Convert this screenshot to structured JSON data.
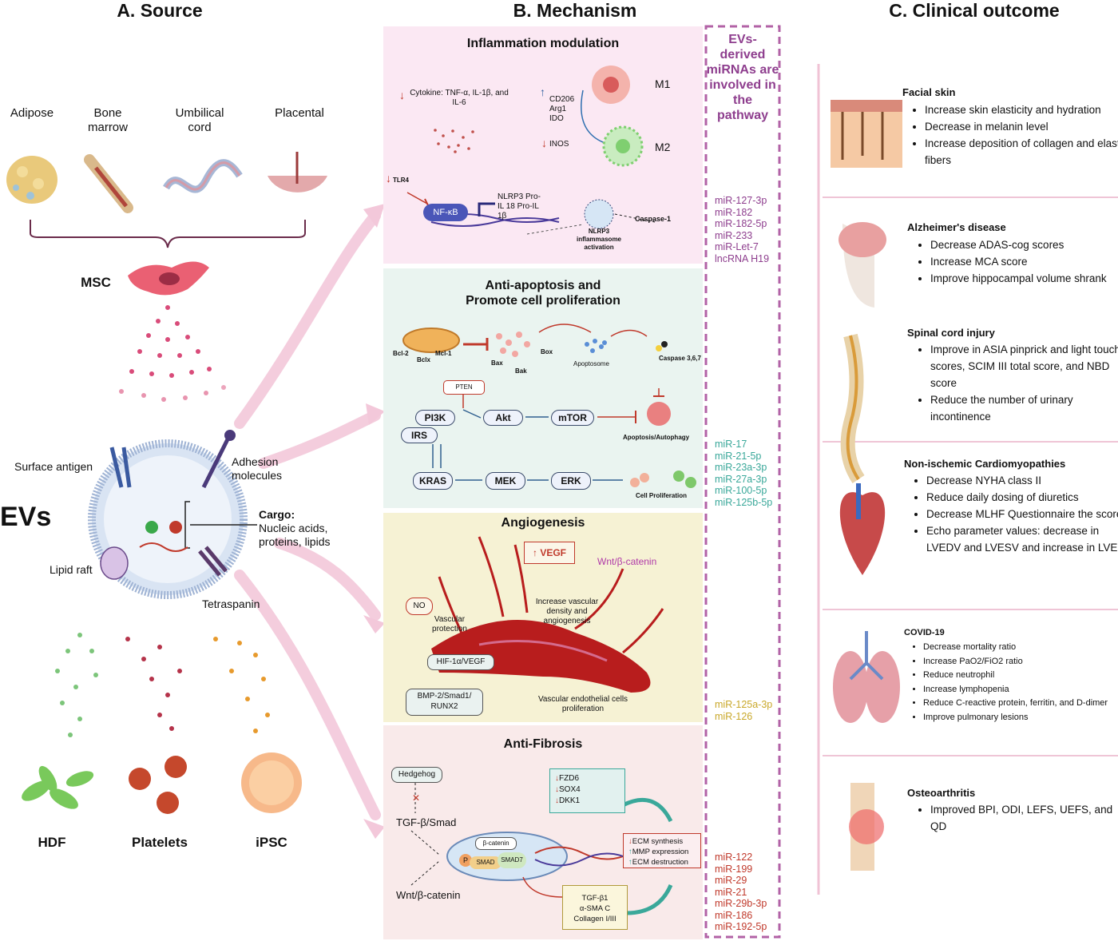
{
  "headers": {
    "source": "A. Source",
    "mechanism": "B. Mechanism",
    "clinical": "C. Clinical outcome"
  },
  "sources": [
    "Adipose",
    "Bone marrow",
    "Umbilical cord",
    "Placental"
  ],
  "msc_label": "MSC",
  "evs_label": "EVs",
  "ev_parts": {
    "surface_antigen": "Surface antigen",
    "adhesion": "Adhesion molecules",
    "cargo_title": "Cargo:",
    "cargo_text": "Nucleic acids, proteins, lipids",
    "lipid_raft": "Lipid raft",
    "tetraspanin": "Tetraspanin"
  },
  "other_sources": [
    "HDF",
    "Platelets",
    "iPSC"
  ],
  "mirna_header": "EVs-derived miRNAs are involved in the pathway",
  "panels": {
    "inflammation": {
      "title": "Inflammation modulation",
      "cytokine": "Cytokine: TNF-α, IL-1β, and IL-6",
      "markers_up": "CD206 Arg1 IDO",
      "inos": "INOS",
      "m1": "M1",
      "m2": "M2",
      "tlr4": "TLR4",
      "nfkb": "NF-κB",
      "nlrp3_list": "NLRP3 Pro-IL 18 Pro-IL 1β",
      "activation": "NLRP3 inflammasome activation",
      "caspase1": "Caspase-1"
    },
    "apoptosis": {
      "title_1": "Anti-apoptosis and",
      "title_2": "Promote cell proliferation",
      "bcl2": "Bcl-2",
      "bclx": "Bclx",
      "mcl1": "Mcl-1",
      "bax": "Bax",
      "bak": "Bak",
      "box": "Box",
      "apoptosome": "Apoptosome",
      "caspase": "Caspase 3,6,7",
      "pten": "PTEN",
      "pi3k": "PI3K",
      "akt": "Akt",
      "mtor": "mTOR",
      "irs": "IRS",
      "kras": "KRAS",
      "mek": "MEK",
      "erk": "ERK",
      "autophagy": "Apoptosis/Autophagy",
      "proliferation": "Cell Proliferation"
    },
    "angiogenesis": {
      "title": "Angiogenesis",
      "vegf": "↑ VEGF",
      "wnt": "Wnt/β-catenin",
      "increase": "Increase vascular density and angiogenesis",
      "no": "NO",
      "protection": "Vascular protection",
      "hif": "HIF-1α/VEGF",
      "bmp": "BMP-2/Smad1/ RUNX2",
      "endothelial": "Vascular endothelial cells proliferation"
    },
    "fibrosis": {
      "title": "Anti-Fibrosis",
      "hedgehog": "Hedgehog",
      "tgf_smad": "TGF-β/Smad",
      "wnt": "Wnt/β-catenin",
      "fzd6": "FZD6",
      "sox4": "SOX4",
      "dkk1": "DKK1",
      "beta_catenin": "β-catenin",
      "p": "P",
      "smad": "SMAD",
      "smad7": "SMAD7",
      "ecm_synthesis": "ECM synthesis",
      "mmp": "MMP expression",
      "ecm_destruction": "ECM destruction",
      "tgfb1": "TGF-β1",
      "asma": "α-SMA C",
      "collagen": "Collagen I/III"
    }
  },
  "mirnas": {
    "inflammation": [
      "miR-127-3p",
      "miR-182",
      "miR-182-5p",
      "miR-233",
      "miR-Let-7",
      "lncRNA H19"
    ],
    "apoptosis": [
      "miR-17",
      "miR-21-5p",
      "miR-23a-3p",
      "miR-27a-3p",
      "miR-100-5p",
      "miR-125b-5p"
    ],
    "angiogenesis": [
      "miR-125a-3p",
      "miR-126"
    ],
    "fibrosis": [
      "miR-122",
      "miR-199",
      "miR-29",
      "miR-21",
      "miR-29b-3p",
      "miR-186",
      "miR-192-5p"
    ]
  },
  "outcomes": {
    "facial": {
      "title": "Facial skin",
      "items": [
        "Increase skin elasticity and hydration",
        "Decrease in melanin level",
        "Increase deposition of collagen and elastic fibers"
      ]
    },
    "alzheimer": {
      "title": "Alzheimer's disease",
      "items": [
        "Decrease ADAS-cog scores",
        "Increase MCA score",
        "Improve hippocampal volume shrank"
      ]
    },
    "spinal": {
      "title": "Spinal cord injury",
      "items": [
        "Improve in ASIA pinprick and light touch scores, SCIM III total score, and NBD score",
        "Reduce the number of urinary incontinence"
      ]
    },
    "cardio": {
      "title": "Non-ischemic Cardiomyopathies",
      "items": [
        "Decrease NYHA class II",
        "Reduce daily dosing of diuretics",
        "Decrease MLHF Questionnaire the score",
        "Echo parameter values: decrease in LVEDV and LVESV and increase in LVEF"
      ]
    },
    "covid": {
      "title": "COVID-19",
      "items": [
        "Decrease mortality ratio",
        "Increase PaO2/FiO2 ratio",
        "Reduce neutrophil",
        "Increase lymphopenia",
        "Reduce C-reactive protein, ferritin, and D-dimer",
        "Improve pulmonary lesions"
      ]
    },
    "oa": {
      "title": "Osteoarthritis",
      "items": [
        "Improved BPI, ODI, LEFS, UEFS, and QD"
      ]
    }
  },
  "colors": {
    "inflammation_bg": "#fbe8f3",
    "apoptosis_bg": "#eaf4f0",
    "angiogenesis_bg": "#f6f2d4",
    "fibrosis_bg": "#f9eaea",
    "mir_inflammation": "#8e3e8e",
    "mir_apoptosis": "#3aa89a",
    "mir_angiogenesis": "#c9a82a",
    "mir_fibrosis": "#c0392b",
    "arrow_pink": "#f0c3d5"
  }
}
